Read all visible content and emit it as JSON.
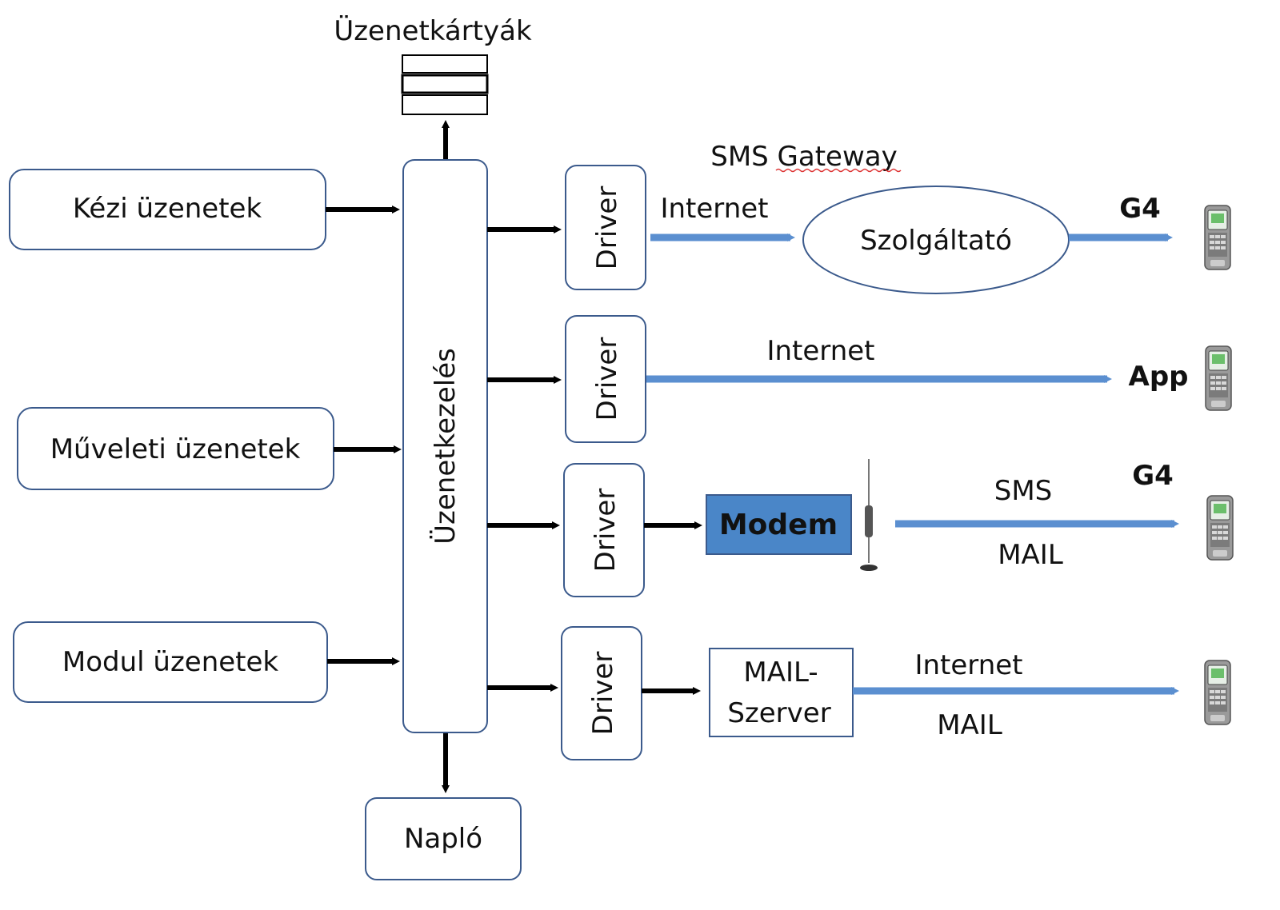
{
  "sources": {
    "manual": "Kézi üzenetek",
    "operational": "Műveleti üzenetek",
    "module": "Modul üzenetek"
  },
  "hub": {
    "label": "Üzenetkezelés"
  },
  "queue": {
    "label": "Üzenetkártyák"
  },
  "log": {
    "label": "Napló"
  },
  "drivers": {
    "d1": "Driver",
    "d2": "Driver",
    "d3": "Driver",
    "d4": "Driver"
  },
  "sms_gateway": {
    "title": "SMS Gateway",
    "provider": "Szolgáltató",
    "link_label": "Internet",
    "end_label": "G4"
  },
  "app_channel": {
    "link_label": "Internet",
    "end_label": "App"
  },
  "modem_channel": {
    "device": "Modem",
    "label_top": "SMS",
    "label_bottom": "MAIL",
    "end_label": "G4"
  },
  "mail_channel": {
    "server_line1": "MAIL-",
    "server_line2": "Szerver",
    "label_top": "Internet",
    "label_bottom": "MAIL"
  },
  "colors": {
    "blue_arrow": "#5b8fd0",
    "modem_fill": "#4a86c8",
    "box_stroke": "#3b5a8c"
  }
}
